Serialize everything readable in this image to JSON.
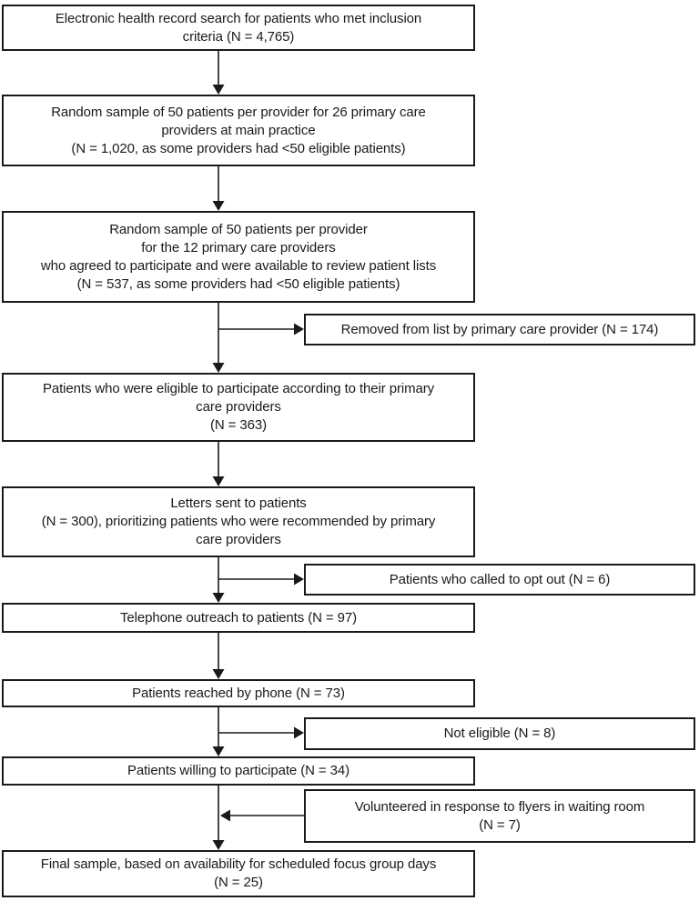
{
  "flow": {
    "colors": {
      "border": "#1a1a1a",
      "text": "#1a1a1a",
      "background": "#ffffff"
    },
    "main": [
      {
        "name": "ehr-search",
        "n": "4,765",
        "lines": [
          "Electronic health record search for patients who met inclusion",
          "criteria (N = 4,765)"
        ]
      },
      {
        "name": "random-sample-26-providers",
        "n": "1,020",
        "lines": [
          "Random sample of 50 patients per provider for 26 primary care",
          "providers at main practice",
          "(N = 1,020, as some providers had <50 eligible patients)"
        ]
      },
      {
        "name": "random-sample-12-providers",
        "n": "537",
        "lines": [
          "Random sample of 50 patients per provider",
          "for the 12 primary care providers",
          "who agreed to participate and were available to review patient lists",
          "(N = 537, as some providers had <50 eligible patients)"
        ]
      },
      {
        "name": "eligible-per-pcp",
        "n": "363",
        "lines": [
          "Patients who were eligible to participate according to their primary",
          "care providers",
          "(N = 363)"
        ]
      },
      {
        "name": "letters-sent",
        "n": "300",
        "lines": [
          "Letters sent to patients",
          "(N = 300), prioritizing patients who were recommended by primary",
          "care providers"
        ]
      },
      {
        "name": "telephone-outreach",
        "n": "97",
        "lines": [
          "Telephone outreach to patients (N = 97)"
        ]
      },
      {
        "name": "reached-by-phone",
        "n": "73",
        "lines": [
          "Patients reached by phone (N = 73)"
        ]
      },
      {
        "name": "willing-to-participate",
        "n": "34",
        "lines": [
          "Patients willing to participate (N = 34)"
        ]
      },
      {
        "name": "final-sample",
        "n": "25",
        "lines": [
          "Final sample, based on availability for scheduled focus group days",
          "(N = 25)"
        ]
      }
    ],
    "side": [
      {
        "name": "removed-by-pcp",
        "n": "174",
        "direction": "out",
        "lines": [
          "Removed from list by primary care provider (N = 174)"
        ]
      },
      {
        "name": "opted-out",
        "n": "6",
        "direction": "out",
        "lines": [
          "Patients who called to opt out (N = 6)"
        ]
      },
      {
        "name": "not-eligible",
        "n": "8",
        "direction": "out",
        "lines": [
          "Not eligible (N = 8)"
        ]
      },
      {
        "name": "flyer-volunteers",
        "n": "7",
        "direction": "in",
        "lines": [
          "Volunteered in response to flyers in waiting room",
          "(N = 7)"
        ]
      }
    ]
  }
}
